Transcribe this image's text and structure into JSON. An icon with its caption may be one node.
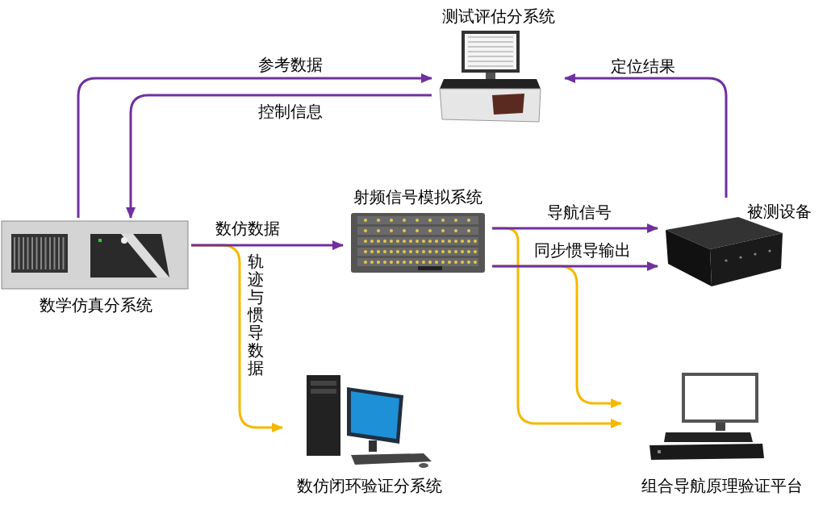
{
  "diagram": {
    "nodes": [
      {
        "text": [
          "测试评估分系统"
        ]
      },
      {
        "text": [
          "数学仿真分系统"
        ]
      },
      {
        "text": [
          "射频信号模拟系统"
        ]
      },
      {
        "text": [
          "被测设备"
        ]
      },
      {
        "text": [
          "数仿闭环验证分系统"
        ]
      },
      {
        "text": [
          "组合导航原理验证平台"
        ]
      }
    ],
    "edges": [
      {
        "from": 1,
        "to": 0,
        "arrow": "to",
        "label": "参考数据"
      },
      {
        "from": 0,
        "to": 1,
        "arrow": "to",
        "label": "控制信息"
      },
      {
        "from": 3,
        "to": 0,
        "arrow": "to",
        "label": "定位结果"
      },
      {
        "from": 1,
        "to": 2,
        "arrow": "to",
        "label": "数仿数据"
      },
      {
        "from": 2,
        "to": 3,
        "arrow": "to",
        "label": "导航信号"
      },
      {
        "from": 2,
        "to": 3,
        "arrow": "to",
        "label": "同步惯导输出"
      },
      {
        "from": 1,
        "to": 4,
        "arrow": "to",
        "label": "轨迹与惯导数据",
        "color": "#f5b800"
      },
      {
        "from": 2,
        "to": 5,
        "arrow": "to",
        "color": "#f5b800"
      },
      {
        "from": 2,
        "to": 5,
        "arrow": "to",
        "color": "#f5b800"
      }
    ]
  }
}
